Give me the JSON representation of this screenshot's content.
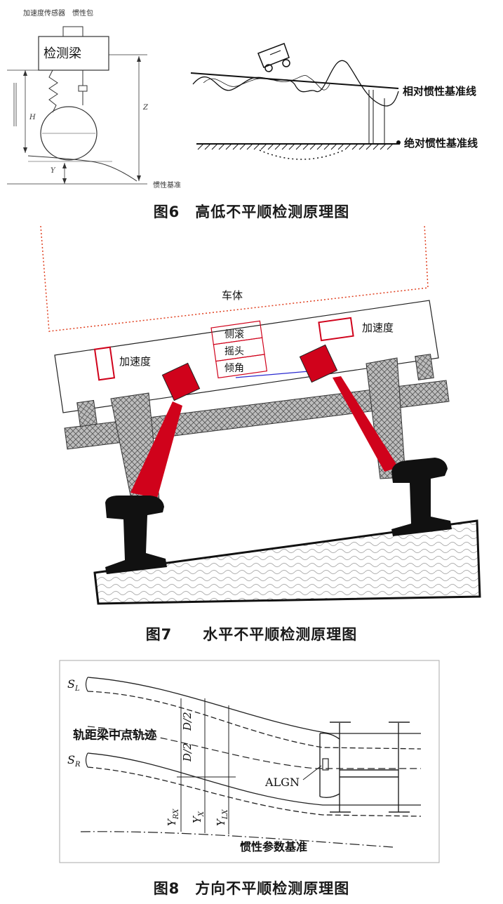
{
  "figure6": {
    "caption": "图6　高低不平顺检测原理图",
    "top_label": "加速度传感器　惯性包",
    "beam_label": "检测梁",
    "label_H": "H",
    "label_Z": "Z",
    "label_Y": "Y",
    "baseline_label": "惯性基准",
    "relative_line": "相对惯性基准线",
    "absolute_line": "绝对惯性基准线"
  },
  "figure7": {
    "caption": "图7　　水平不平顺检测原理图",
    "car_body": "车体",
    "accel_left": "加速度",
    "accel_right": "加速度",
    "box_roll": "侧滚",
    "box_yaw": "摇头",
    "box_tilt": "倾角"
  },
  "figure8": {
    "caption": "图8　方向不平顺检测原理图",
    "label_SL": "S",
    "label_SL_sub": "L",
    "label_SR": "S",
    "label_SR_sub": "R",
    "midpoint_track": "轨距梁中点轨迹",
    "label_d2a": "D/2",
    "label_d2b": "D/2",
    "label_algn": "ALGN",
    "label_YRX": "Y",
    "label_YRX_sub": "RX",
    "label_YX": "Y",
    "label_YX_sub": "X",
    "label_YLX": "Y",
    "label_YLX_sub": "LX",
    "baseline": "惯性参数基准"
  },
  "colors": {
    "red": "#d0021b",
    "dotted_red": "#e04020",
    "texture": "#555555"
  }
}
